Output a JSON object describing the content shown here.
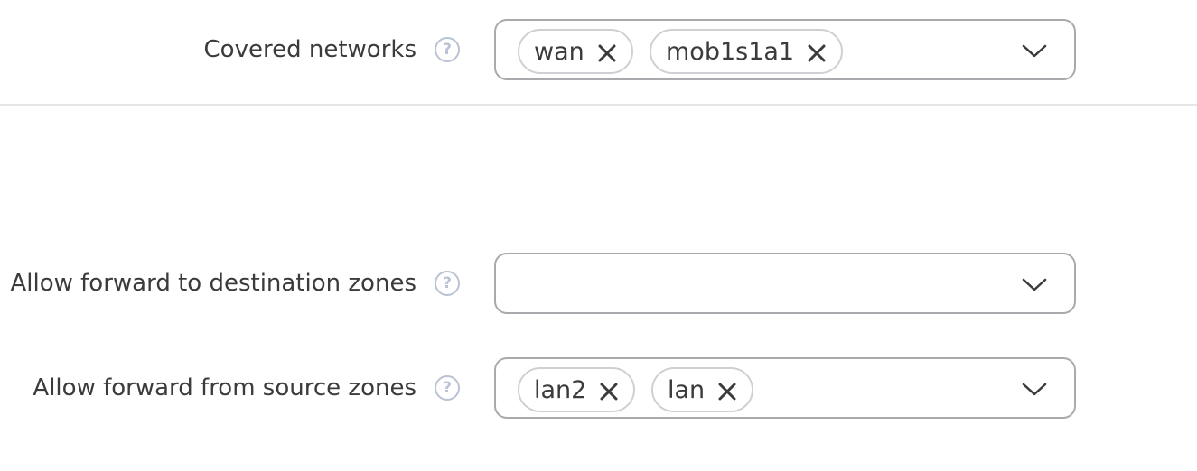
{
  "fields": [
    {
      "label": "Covered networks",
      "help_icon": "question-circle-icon",
      "chips": [
        {
          "label": "wan"
        },
        {
          "label": "mob1s1a1"
        }
      ]
    },
    {
      "label": "Allow forward to destination zones",
      "help_icon": "question-circle-icon",
      "chips": []
    },
    {
      "label": "Allow forward from source zones",
      "help_icon": "question-circle-icon",
      "chips": [
        {
          "label": "lan2"
        },
        {
          "label": "lan"
        }
      ]
    }
  ],
  "help_glyph": "?",
  "colors": {
    "border": "#a9a9ae",
    "chip_border": "#cfcfd4",
    "help_icon": "#b9c3d3",
    "divider": "#e6e6e9"
  }
}
